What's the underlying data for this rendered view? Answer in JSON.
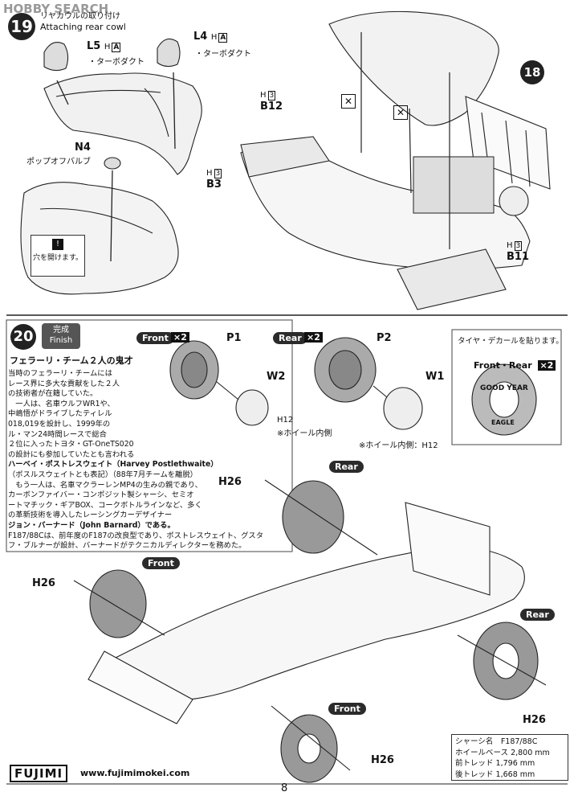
{
  "watermark": {
    "brand": "HOBBY SEARCH"
  },
  "step19": {
    "number": "19",
    "title_jp": "リヤカウルの取り付け",
    "title_en": "Attaching rear cowl",
    "parts": {
      "l5": {
        "code": "L5",
        "runner": "H",
        "tag": "A",
        "note": "・ターボダクト"
      },
      "l4": {
        "code": "L4",
        "runner": "H",
        "tag": "A",
        "note": "・ターボダクト"
      },
      "n4": {
        "code": "N4",
        "note": "ポップオフバルブ"
      },
      "b3": {
        "code": "B3",
        "runner": "H",
        "tag": "3"
      },
      "b12": {
        "code": "B12",
        "runner": "H",
        "tag": "3"
      },
      "b11": {
        "code": "B11",
        "runner": "H",
        "tag": "3"
      }
    },
    "drill_note": "穴を開けます。",
    "ref_step": "18"
  },
  "step20": {
    "number": "20",
    "label_jp": "完成",
    "label_en": "Finish",
    "front_pill": "Front",
    "rear_pill": "Rear",
    "x2": "×2",
    "p1": "P1",
    "p2": "P2",
    "w2": "W2",
    "w1": "W1",
    "h12": "H12",
    "wheel_inside_1": "※ホイール内側",
    "wheel_inside_2": "※ホイール内側：H12",
    "decal_title": "タイヤ・デカールを貼ります。",
    "decal_front_rear": "Front・Rear",
    "tyre_brand": "GOOD YEAR",
    "tyre_sub": "EAGLE",
    "h26": "H26",
    "rear_label": "Rear",
    "front_label": "Front"
  },
  "story": {
    "headline": "フェラーリ・チーム２人の鬼才",
    "lines": [
      "当時のフェラーリ・チームには",
      "レース界に多大な貢献をした２人",
      "の技術者が在籍していた。",
      "　一人は、名車ウルフWR1や、",
      "中嶋悟がドライブしたティレル",
      "018,019を設計し、1999年の",
      "ル・マン24時間レースで総合",
      "２位に入ったトヨタ・GT-OneTS020",
      "の設計にも参加していたとも言われる",
      "ハーベイ・ポストレスウェイト（Harvey Postlethwaite）",
      "（ポスルスウェイトとも表記）（88年7月チームを離脱）",
      "　もう一人は、名車マクラーレンMP4の生みの親であり、",
      "カーボンファイバー・コンポジット製シャーシ、セミオ",
      "ートマチック・ギアBOX、コークボトルラインなど、多く",
      "の革新技術を導入したレーシングカーデザイナー",
      "ジョン・バーナード（John Barnard）である。",
      "F187/88Cは、前年度のF187の改良型であり、ポストレスウェイト、グスタ",
      "フ・ブルナーが設計、バーナードがテクニカルディレクターを務めた。"
    ]
  },
  "specs": {
    "chassis_label": "シャーシ名",
    "chassis_value": "F187/88C",
    "wheelbase_label": "ホイールベース",
    "wheelbase_value": "2,800 mm",
    "front_tread_label": "前トレッド",
    "front_tread_value": "1,796 mm",
    "rear_tread_label": "後トレッド",
    "rear_tread_value": "1,668 mm"
  },
  "footer": {
    "logo": "FUJIMI",
    "url": "www.fujimimokei.com",
    "page_number": "8"
  }
}
